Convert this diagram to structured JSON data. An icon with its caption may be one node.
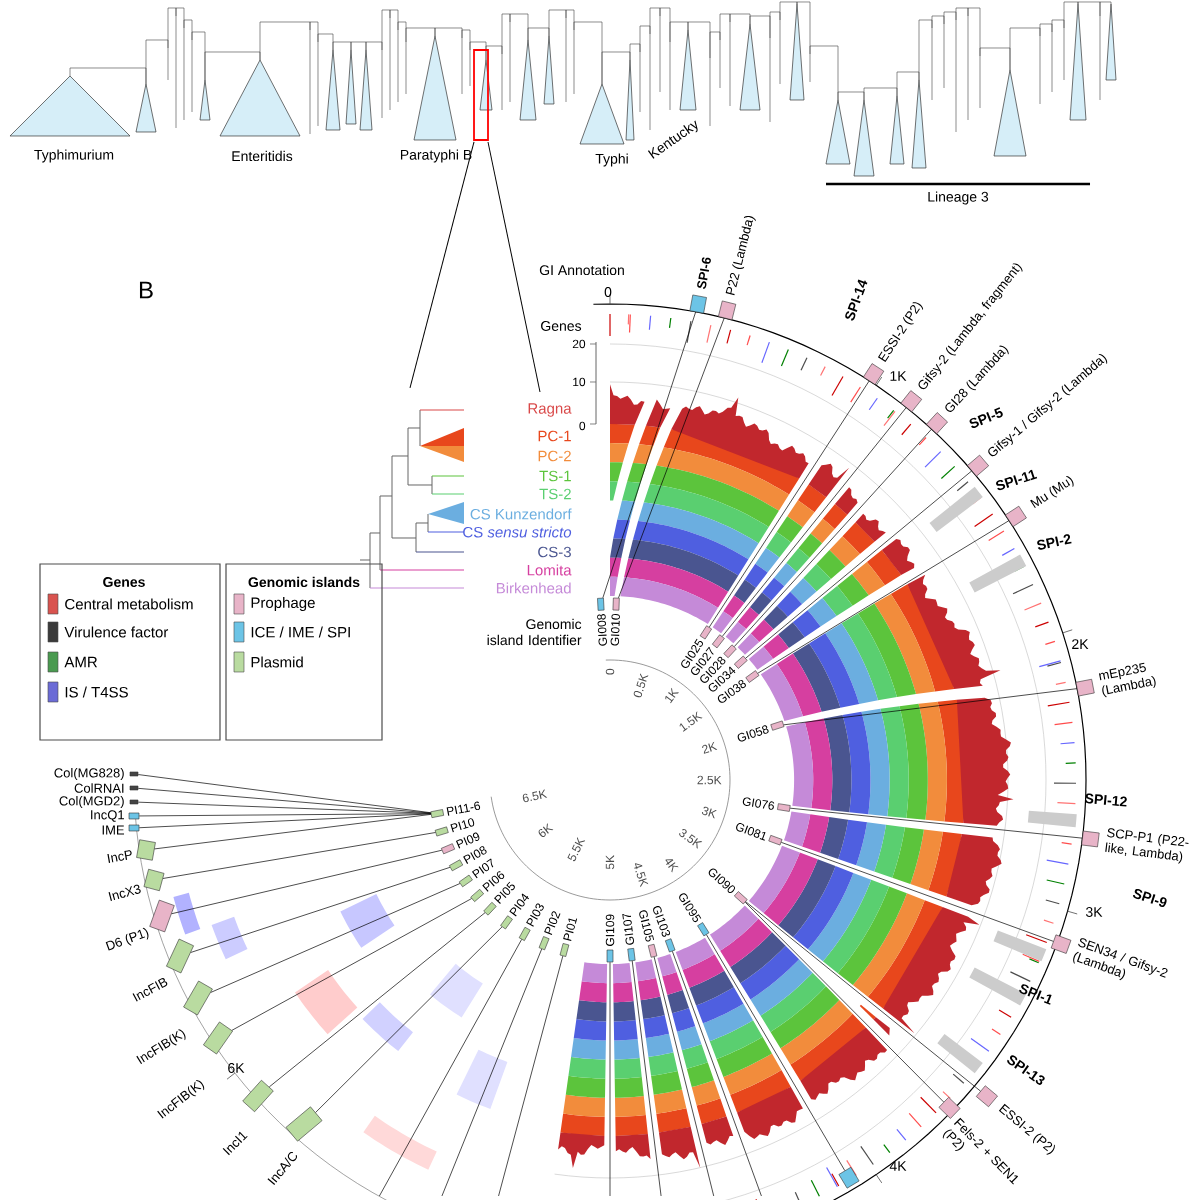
{
  "diagram": {
    "nodes": [
      {
        "text": [
          "GI008"
        ]
      },
      {
        "text": [
          "GI010"
        ]
      },
      {
        "text": [
          "GI025"
        ]
      },
      {
        "text": [
          "GI027"
        ]
      },
      {
        "text": [
          "GI028"
        ]
      },
      {
        "text": [
          "GI034"
        ]
      },
      {
        "text": [
          "GI038"
        ]
      },
      {
        "text": [
          "GI058"
        ]
      },
      {
        "text": [
          "GI076"
        ]
      },
      {
        "text": [
          "GI081"
        ]
      },
      {
        "text": [
          "GI090"
        ]
      },
      {
        "text": [
          "GI095"
        ]
      },
      {
        "text": [
          "GI103"
        ]
      },
      {
        "text": [
          "GI105"
        ]
      },
      {
        "text": [
          "GI107"
        ]
      },
      {
        "text": [
          "GI109"
        ]
      },
      {
        "text": [
          "PI01"
        ]
      },
      {
        "text": [
          "PI02"
        ]
      },
      {
        "text": [
          "PI03"
        ]
      },
      {
        "text": [
          "PI04"
        ]
      },
      {
        "text": [
          "PI05"
        ]
      },
      {
        "text": [
          "PI06"
        ]
      },
      {
        "text": [
          "PI07"
        ]
      },
      {
        "text": [
          "PI08"
        ]
      },
      {
        "text": [
          "PI09"
        ]
      },
      {
        "text": [
          "PI10"
        ]
      },
      {
        "text": [
          "PI11-6"
        ]
      },
      {
        "text": [
          "SPI-6"
        ]
      },
      {
        "text": [
          "P22 (Lambda)"
        ]
      },
      {
        "text": [
          "ESSI-2 (P2)"
        ]
      },
      {
        "text": [
          "Gifsy-2 (Lambda, fragment)"
        ]
      },
      {
        "text": [
          "GI28 (Lambda)"
        ]
      },
      {
        "text": [
          "Gifsy-1 / Gifsy-2 (Lambda)"
        ]
      },
      {
        "text": [
          "Mu (Mu)"
        ]
      },
      {
        "text": [
          "mEp235 (Lambda)"
        ]
      },
      {
        "text": [
          "SCP-P1 (P22-like, Lambda)"
        ]
      },
      {
        "text": [
          "SEN34 / Gifsy-2 (Lambda)"
        ]
      },
      {
        "text": [
          "ESSI-2 (P2)"
        ]
      },
      {
        "text": [
          "Fels-2 + SEN1 (P2)"
        ]
      },
      {
        "text": [],
        "shape": "box"
      },
      {
        "text": [
          "Col(MG828)"
        ]
      },
      {
        "text": [
          "ColRNAI"
        ]
      },
      {
        "text": [
          "Col(MGD2)"
        ]
      },
      {
        "text": [
          "IncQ1"
        ]
      },
      {
        "text": [
          "IME"
        ]
      },
      {
        "text": [
          "IncP"
        ]
      },
      {
        "text": [
          "IncX3"
        ]
      },
      {
        "text": [
          "D6 (P1)"
        ]
      },
      {
        "text": [
          "IncFIB"
        ]
      },
      {
        "text": [
          "IncFIB(K)"
        ]
      },
      {
        "text": [
          "IncFIB(K)"
        ]
      },
      {
        "text": [
          "IncI1"
        ]
      },
      {
        "text": [
          "IncA/C"
        ]
      }
    ],
    "edges": [
      {
        "from": 0,
        "to": 27,
        "arrow": "none"
      },
      {
        "from": 1,
        "to": 28,
        "arrow": "none"
      },
      {
        "from": 2,
        "to": 29,
        "arrow": "none"
      },
      {
        "from": 3,
        "to": 30,
        "arrow": "none"
      },
      {
        "from": 4,
        "to": 31,
        "arrow": "none"
      },
      {
        "from": 5,
        "to": 32,
        "arrow": "none"
      },
      {
        "from": 6,
        "to": 33,
        "arrow": "none"
      },
      {
        "from": 7,
        "to": 34,
        "arrow": "none"
      },
      {
        "from": 8,
        "to": 35,
        "arrow": "none"
      },
      {
        "from": 9,
        "to": 36,
        "arrow": "none"
      },
      {
        "from": 10,
        "to": 37,
        "arrow": "none"
      },
      {
        "from": 10,
        "to": 38,
        "arrow": "none"
      },
      {
        "from": 11,
        "to": 39,
        "arrow": "none"
      },
      {
        "from": 12,
        "to": null,
        "arrow": "none"
      },
      {
        "from": 13,
        "to": null,
        "arrow": "none"
      },
      {
        "from": 14,
        "to": null,
        "arrow": "none"
      },
      {
        "from": 15,
        "to": null,
        "arrow": "none"
      },
      {
        "from": 16,
        "to": null,
        "arrow": "none"
      },
      {
        "from": 17,
        "to": null,
        "arrow": "none"
      },
      {
        "from": 18,
        "to": null,
        "arrow": "none"
      },
      {
        "from": 19,
        "to": 52,
        "arrow": "none"
      },
      {
        "from": 20,
        "to": 51,
        "arrow": "none"
      },
      {
        "from": 21,
        "to": 50,
        "arrow": "none"
      },
      {
        "from": 22,
        "to": 49,
        "arrow": "none"
      },
      {
        "from": 23,
        "to": 48,
        "arrow": "none"
      },
      {
        "from": 24,
        "to": 47,
        "arrow": "none"
      },
      {
        "from": 25,
        "to": 46,
        "arrow": "none"
      },
      {
        "from": 26,
        "to": 45,
        "arrow": "none"
      },
      {
        "from": 26,
        "to": 44,
        "arrow": "none"
      },
      {
        "from": 26,
        "to": 43,
        "arrow": "none"
      },
      {
        "from": 26,
        "to": 42,
        "arrow": "none"
      },
      {
        "from": 26,
        "to": 41,
        "arrow": "none"
      },
      {
        "from": 26,
        "to": 40,
        "arrow": "none"
      }
    ],
    "labels": [
      "Typhimurium",
      "Enteritidis",
      "Paratyphi B",
      "Typhi",
      "Kentucky",
      "Lineage 3",
      "B",
      "GI Annotation",
      "Genes",
      "0",
      "20",
      "10",
      "0",
      "1K",
      "2K",
      "3K",
      "4K",
      "SPI-14",
      "SPI-5",
      "SPI-11",
      "SPI-2",
      "SPI-12",
      "SPI-9",
      "SPI-1",
      "SPI-13",
      "Ragna",
      "PC-1",
      "PC-2",
      "TS-1",
      "TS-2",
      "CS Kunzendorf",
      "CS *sensu stricto*",
      "CS-3",
      "Lomita",
      "Birkenhead",
      "Genes",
      "Genomic islands",
      "Genomic island Identifier",
      "0",
      "0.5K",
      "1K",
      "1.5K",
      "2K",
      "2.5K",
      "3K",
      "3.5K",
      "4K",
      "4.5K",
      "5K",
      "5.5K",
      "6K",
      "6.5K",
      "6K"
    ],
    "legend": [
      {
        "text": "Central metabolism",
        "color": "#d9534f"
      },
      {
        "text": "Virulence factor",
        "color": "#3a3a3a"
      },
      {
        "text": "AMR",
        "color": "#4a9a50"
      },
      {
        "text": "IS / T4SS",
        "color": "#6b6bd6"
      },
      {
        "text": "Prophage",
        "color": "#e8b4c8"
      },
      {
        "text": "ICE / IME / SPI",
        "color": "#6cc4e6"
      },
      {
        "text": "Plasmid",
        "color": "#b9dba0"
      }
    ]
  }
}
